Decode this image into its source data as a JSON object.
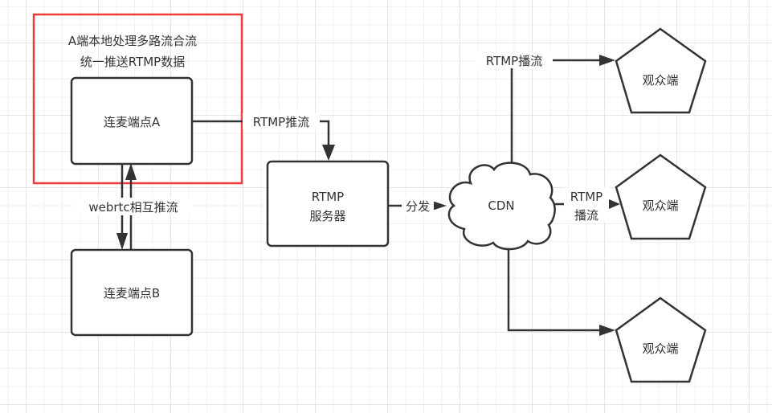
{
  "diagram": {
    "highlight_note": {
      "line1": "A端本地处理多路流合流",
      "line2": "统一推送RTMP数据",
      "border_color": "#f23a3a"
    },
    "nodes": {
      "endpoint_a": "连麦端点A",
      "endpoint_b": "连麦端点B",
      "rtmp_server_line1": "RTMP",
      "rtmp_server_line2": "服务器",
      "cdn": "CDN",
      "viewer_1": "观众端",
      "viewer_2": "观众端",
      "viewer_3": "观众端"
    },
    "edges": {
      "webrtc": "webrtc相互推流",
      "rtmp_push": "RTMP推流",
      "distribute": "分发",
      "rtmp_play_top": "RTMP播流",
      "rtmp_play_mid_line1": "RTMP",
      "rtmp_play_mid_line2": "播流"
    }
  }
}
